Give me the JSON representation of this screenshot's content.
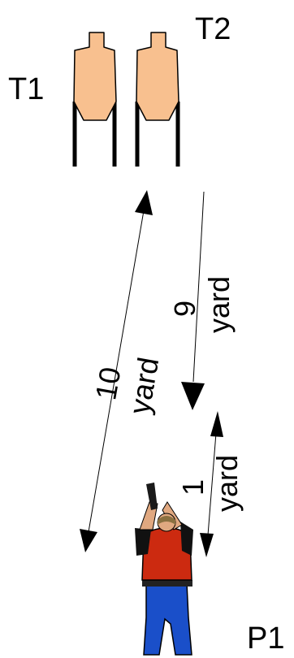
{
  "targets": [
    {
      "label": "T1",
      "fill": "#f8c08f"
    },
    {
      "label": "T2",
      "fill": "#f8c08f"
    }
  ],
  "distances": [
    {
      "value": "10",
      "unit": "yard"
    },
    {
      "value": "9",
      "unit": "yard"
    },
    {
      "value": "1",
      "unit": "yard"
    }
  ],
  "shooter": {
    "label": "P1",
    "shirt_color": "#cc2a10",
    "pants_color": "#1a4fc9",
    "skin_color": "#e0a880",
    "hair_color": "#8a7040"
  }
}
